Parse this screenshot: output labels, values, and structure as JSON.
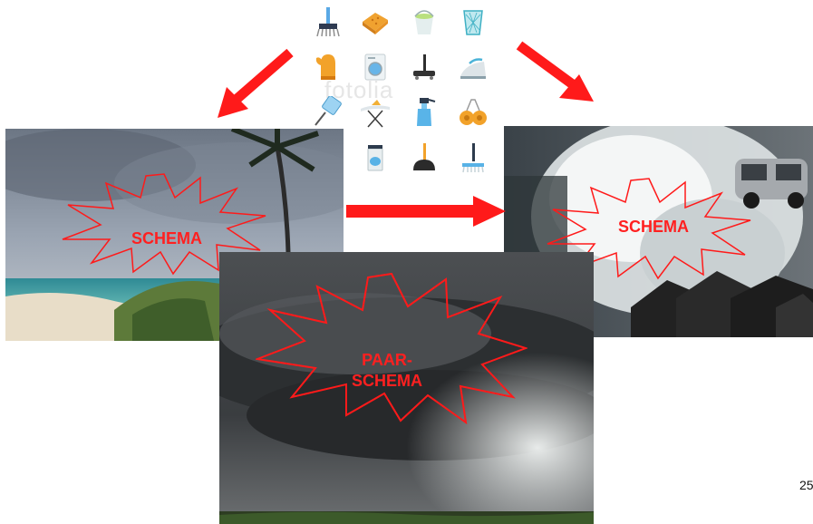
{
  "slide": {
    "page_number": "25",
    "watermark": "fotolia"
  },
  "photos": {
    "beach": {
      "label": "SCHEMA"
    },
    "waves": {
      "label": "SCHEMA"
    },
    "storm": {
      "label_line1": "PAAR-",
      "label_line2": "SCHEMA"
    }
  },
  "icons": [
    "broom-icon",
    "sponge-icon",
    "bucket-icon",
    "trash-bin-icon",
    "oven-mitt-icon",
    "washing-machine-icon",
    "vacuum-cleaner-icon",
    "iron-icon",
    "fly-swatter-icon",
    "ironing-board-icon",
    "spray-bottle-icon",
    "clothes-pins-icon",
    "dustpan-icon",
    "glass-cleaner-icon",
    "plunger-icon",
    "mop-icon"
  ],
  "colors": {
    "arrow": "#ff1a1a",
    "label": "#ff2020",
    "burst_stroke": "#ff1a1a"
  }
}
